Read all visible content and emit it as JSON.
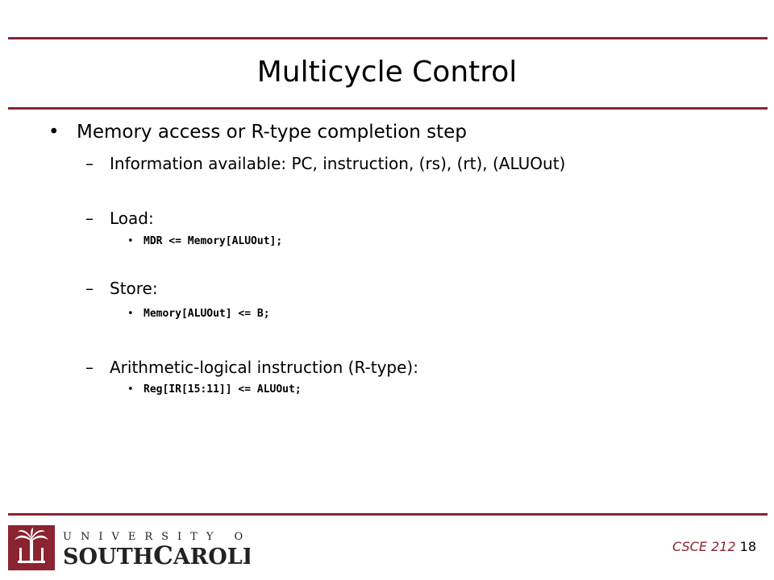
{
  "slide": {
    "title": "Multicycle Control",
    "bullet": "Memory access or R-type completion step",
    "items": [
      {
        "dash": "–",
        "text": "Information available:  PC, instruction, (rs), (rt), (ALUOut)"
      },
      {
        "dash": "–",
        "text": "Load:",
        "code": "MDR <= Memory[ALUOut];"
      },
      {
        "dash": "–",
        "text": "Store:",
        "code": "Memory[ALUOut] <= B;"
      },
      {
        "dash": "–",
        "text": "Arithmetic-logical instruction (R-type):",
        "code": "Reg[IR[15:11]] <= ALUOut;"
      }
    ]
  },
  "footer": {
    "course": "CSCE 212",
    "page": "18"
  },
  "logo": {
    "line1": "UNIVERSITY OF",
    "line2": "SOUTH CAROLINA."
  },
  "colors": {
    "accent": "#8b2331"
  }
}
